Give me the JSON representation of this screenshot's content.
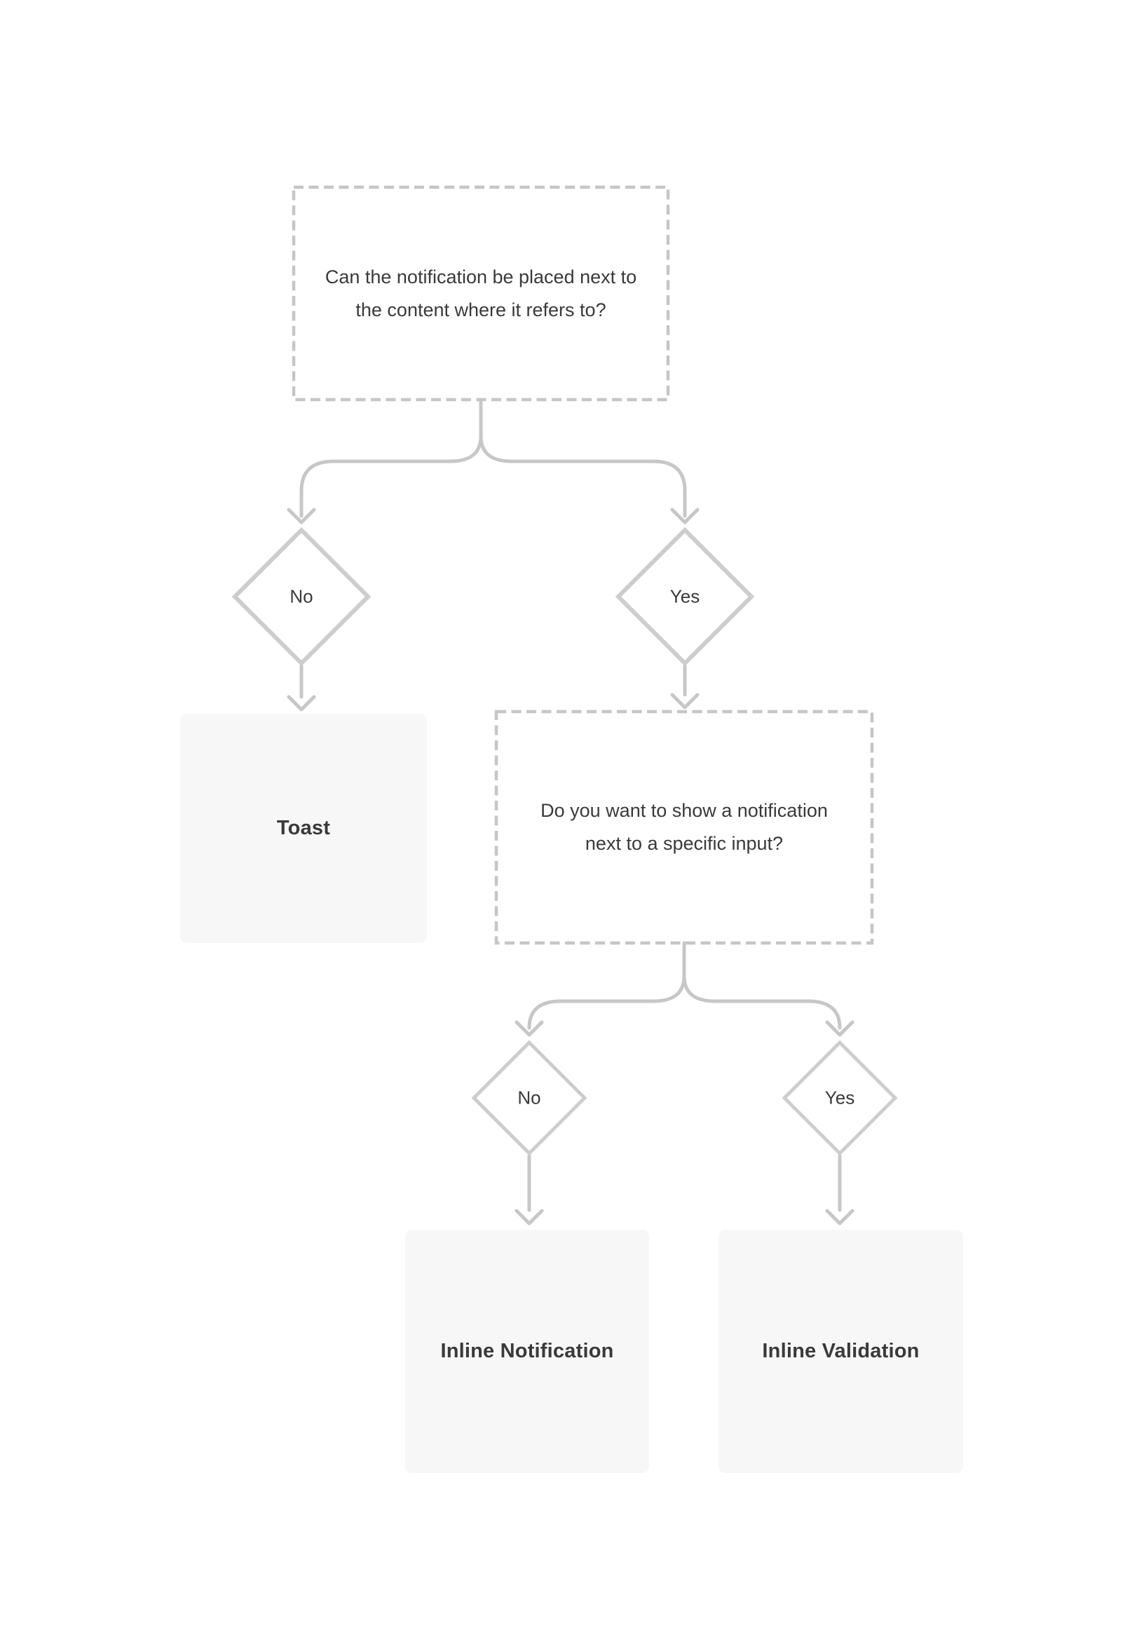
{
  "colors": {
    "background": "#ffffff",
    "box-fill": "#f7f7f7",
    "dashed-border": "#c6c6c6",
    "diamond-stroke": "#cdcdcd",
    "connector": "#c7c7c7",
    "text-primary": "#3a3a3a"
  },
  "flowchart": {
    "question1": "Can the notification be placed next to the content where it refers to?",
    "branch1": {
      "no": "No",
      "yes": "Yes"
    },
    "result_toast": "Toast",
    "question2": "Do you want to show a notification next to a specific input?",
    "branch2": {
      "no": "No",
      "yes": "Yes"
    },
    "result_inline_notification": "Inline Notification",
    "result_inline_validation": "Inline Validation"
  }
}
